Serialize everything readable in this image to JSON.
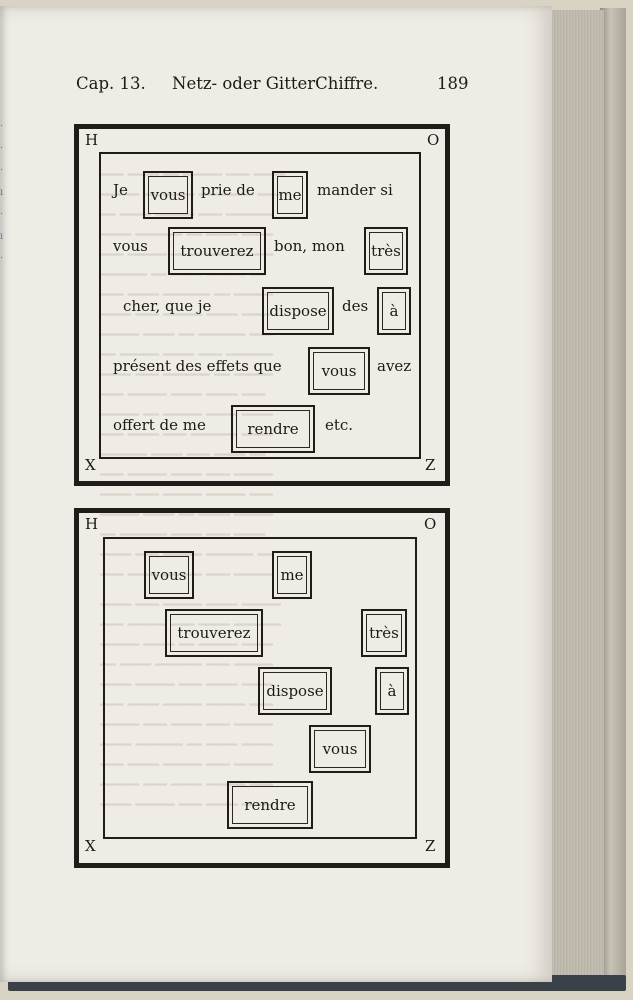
{
  "header": {
    "chapter": "Cap. 13.",
    "title": "Netz- oder GitterChiffre.",
    "page_number": "189"
  },
  "grid_top": {
    "corners": {
      "top_left": "H",
      "top_right": "O",
      "bottom_left": "X",
      "bottom_right": "Z"
    },
    "plain_words": [
      "Je",
      "prie de",
      "mander si",
      "vous",
      "bon, mon",
      "cher, que je",
      "des",
      "présent des effets que",
      "avez",
      "offert de me",
      "etc."
    ],
    "boxed_words": [
      "vous",
      "me",
      "trouverez",
      "très",
      "dispose",
      "à",
      "vous",
      "rendre"
    ]
  },
  "grid_bottom": {
    "corners": {
      "top_left": "H",
      "top_right": "O",
      "bottom_left": "X",
      "bottom_right": "Z"
    },
    "boxed_words": [
      "vous",
      "me",
      "trouverez",
      "très",
      "dispose",
      "à",
      "vous",
      "rendre"
    ]
  }
}
